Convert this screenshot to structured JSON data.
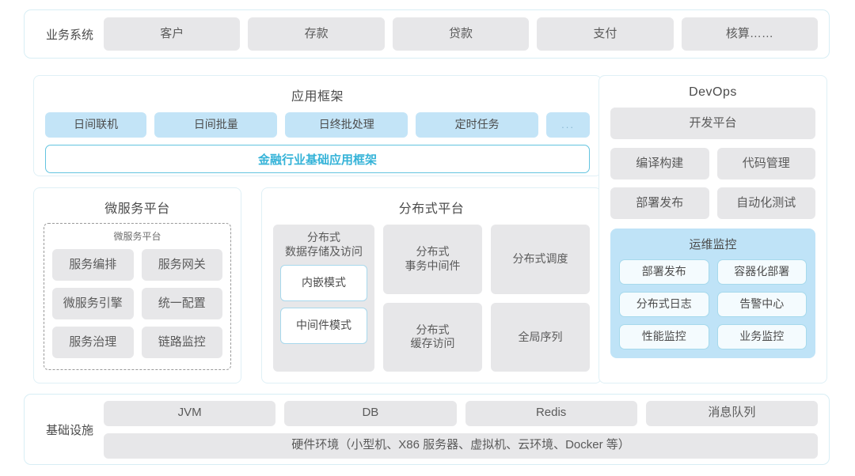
{
  "business_row": {
    "label": "业务系统",
    "items": [
      "客户",
      "存款",
      "贷款",
      "支付",
      "核算……"
    ]
  },
  "app_framework": {
    "title": "应用框架",
    "tags": [
      "日间联机",
      "日间批量",
      "日终批处理",
      "定时任务",
      "..."
    ],
    "base_bar": "金融行业基础应用框架"
  },
  "microservice": {
    "title": "微服务平台",
    "inner_title": "微服务平台",
    "items": [
      "服务编排",
      "服务网关",
      "微服务引擎",
      "统一配置",
      "服务治理",
      "链路监控"
    ]
  },
  "distributed": {
    "title": "分布式平台",
    "storage": {
      "caption_line1": "分布式",
      "caption_line2": "数据存储及访问",
      "modes": [
        "内嵌模式",
        "中间件模式"
      ]
    },
    "cells": [
      "分布式\n事务中间件",
      "分布式调度",
      "分布式\n缓存访问",
      "全局序列"
    ]
  },
  "devops": {
    "title": "DevOps",
    "platform": "开发平台",
    "items": [
      "编译构建",
      "代码管理",
      "部署发布",
      "自动化测试"
    ],
    "ops": {
      "title": "运维监控",
      "items": [
        "部署发布",
        "容器化部署",
        "分布式日志",
        "告警中心",
        "性能监控",
        "业务监控"
      ]
    }
  },
  "infrastructure": {
    "label": "基础设施",
    "items": [
      "JVM",
      "DB",
      "Redis",
      "消息队列"
    ],
    "hardware": "硬件环境（小型机、X86 服务器、虚拟机、云环境、Docker 等）"
  },
  "colors": {
    "accent_cyan": "#35b3d8",
    "chip_gray": "#e7e7e9",
    "chip_blue": "#c3e4f7",
    "ops_bg": "#bfe3f7",
    "border_light": "#d8eef5"
  }
}
